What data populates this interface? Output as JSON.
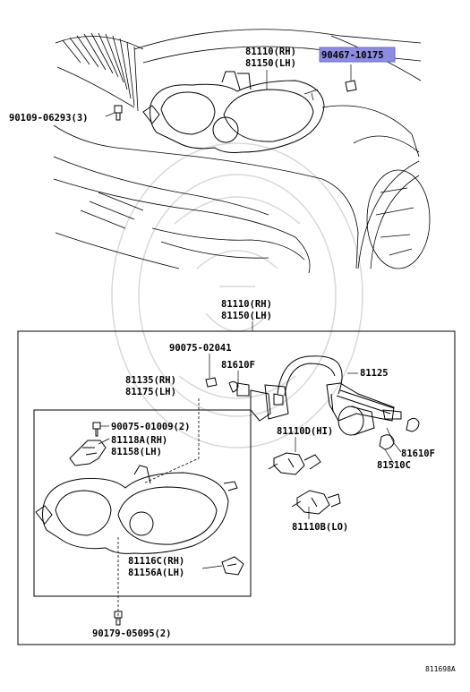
{
  "labels": {
    "top_81110": "81110(RH)",
    "top_81150": "81150(LH)",
    "top_90467": "90467-10175",
    "top_90109": "90109-06293(3)",
    "box_81110": "81110(RH)",
    "box_81150": "81150(LH)",
    "p90075_02041": "90075-02041",
    "p81610f_a": "81610F",
    "p81125": "81125",
    "p81135": "81135(RH)",
    "p81175": "81175(LH)",
    "p90075_01009": "90075-01009(2)",
    "p81118a": "81118A(RH)",
    "p81158": "81158(LH)",
    "p81110d": "81110D(HI)",
    "p81610f_b": "81610F",
    "p81510c": "81510C",
    "p81110b": "81110B(LO)",
    "p81116c": "81116C(RH)",
    "p81156a": "81156A(LH)",
    "p90179": "90179-05095(2)",
    "diagram_id": "811698A"
  },
  "colors": {
    "highlight": "#8c8ce0",
    "line": "#000000"
  }
}
